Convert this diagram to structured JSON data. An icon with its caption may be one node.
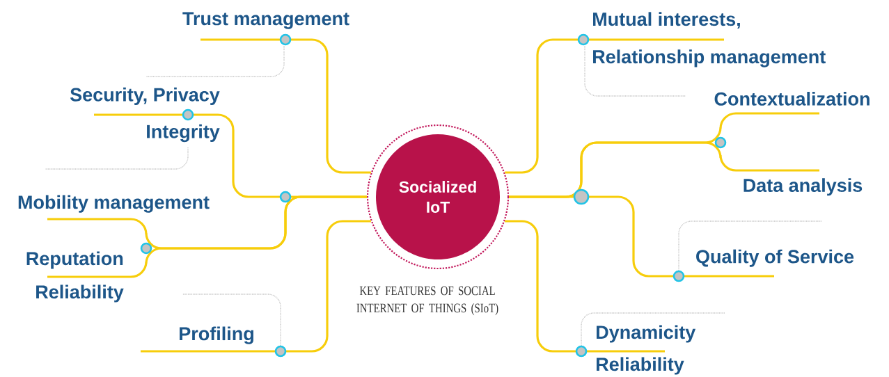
{
  "diagram": {
    "nodes": [
      {
        "text": [
          "Socialized IoT"
        ],
        "beside": [
          "KEY FEATURES OF SOCIAL INTERNET OF THINGS (SIoT)"
        ]
      },
      {
        "text": [
          "Trust management"
        ]
      },
      {
        "text": [
          "Security, Privacy",
          "Integrity"
        ]
      },
      {
        "text": [
          "Mobility management"
        ]
      },
      {
        "text": [
          "Reputation",
          "Reliability"
        ]
      },
      {
        "text": [
          "Profiling"
        ]
      },
      {
        "text": [
          "Mutual interests,",
          "Relationship management"
        ]
      },
      {
        "text": [
          "Contextualization"
        ]
      },
      {
        "text": [
          "Data analysis"
        ]
      },
      {
        "text": [
          "Quality of Service"
        ]
      },
      {
        "text": [
          "Dynamicity",
          "Reliability"
        ]
      }
    ],
    "edges": [
      {
        "from": 0,
        "to": 1,
        "arrow": "none"
      },
      {
        "from": 0,
        "to": 2,
        "arrow": "none"
      },
      {
        "from": 0,
        "to": 3,
        "arrow": "none"
      },
      {
        "from": 0,
        "to": 4,
        "arrow": "none"
      },
      {
        "from": 0,
        "to": 5,
        "arrow": "none"
      },
      {
        "from": 0,
        "to": 6,
        "arrow": "none"
      },
      {
        "from": 0,
        "to": 7,
        "arrow": "none"
      },
      {
        "from": 0,
        "to": 8,
        "arrow": "none"
      },
      {
        "from": 0,
        "to": 9,
        "arrow": "none"
      },
      {
        "from": 0,
        "to": 10,
        "arrow": "none"
      }
    ]
  }
}
